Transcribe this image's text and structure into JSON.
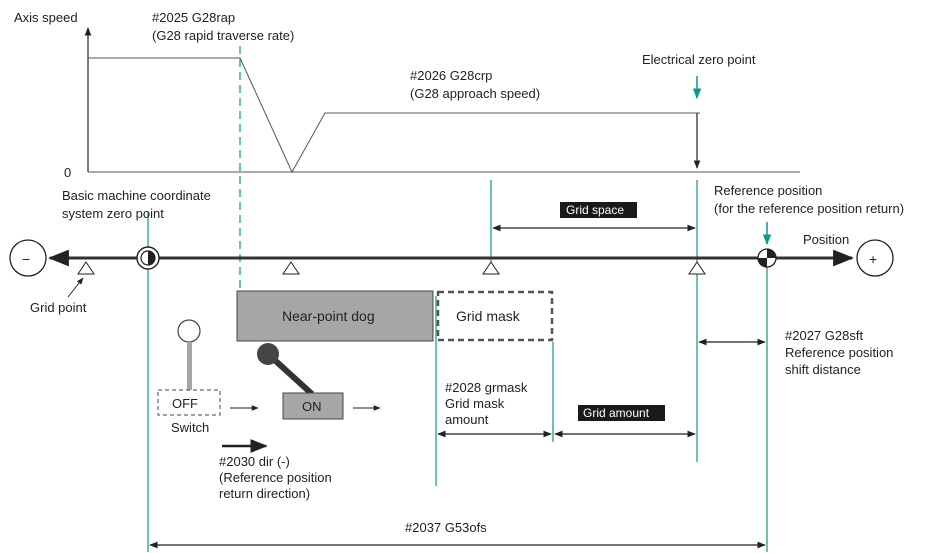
{
  "speed_graph": {
    "axis_label": "Axis speed",
    "zero_label": "0",
    "rapid_param": "#2025 G28rap",
    "rapid_desc": "(G28 rapid traverse rate)",
    "approach_param": "#2026 G28crp",
    "approach_desc": "(G28 approach speed)",
    "electrical_zero": "Electrical zero point"
  },
  "axis": {
    "minus_symbol": "−",
    "plus_symbol": "+",
    "position_label": "Position",
    "basic_zero_line1": "Basic machine coordinate",
    "basic_zero_line2": "system zero point",
    "grid_point": "Grid point",
    "grid_space": "Grid space",
    "reference_line1": "Reference position",
    "reference_line2": "(for the reference position return)"
  },
  "dog": {
    "near_point_dog": "Near-point dog",
    "grid_mask": "Grid mask"
  },
  "switch": {
    "off": "OFF",
    "on": "ON",
    "caption": "Switch"
  },
  "params": {
    "dir_line1": "#2030 dir (-)",
    "dir_line2": "(Reference position",
    "dir_line3": "return direction)",
    "grmask_line1": "#2028 grmask",
    "grmask_line2": "Grid mask",
    "grmask_line3": "amount",
    "grid_amount": "Grid amount",
    "sft_line1": "#2027 G28sft",
    "sft_line2": "Reference position",
    "sft_line3": "shift distance",
    "g53ofs": "#2037 G53ofs"
  },
  "colors": {
    "teal": "#0a9a8a",
    "axis": "#333333",
    "dog_fill": "#a6a6a6",
    "switch_fill": "#a6a6a6",
    "label_bg": "#1a1a1a"
  }
}
